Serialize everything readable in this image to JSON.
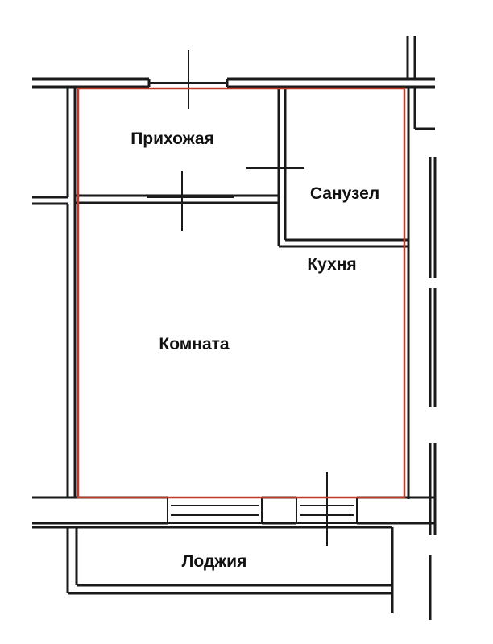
{
  "plan": {
    "outline_color": "#c0392b",
    "wall_color": "#1a1a1a",
    "rooms": {
      "hallway": "Прихожая",
      "bathroom": "Санузел",
      "kitchen": "Кухня",
      "room": "Комната",
      "loggia": "Лоджия"
    }
  }
}
